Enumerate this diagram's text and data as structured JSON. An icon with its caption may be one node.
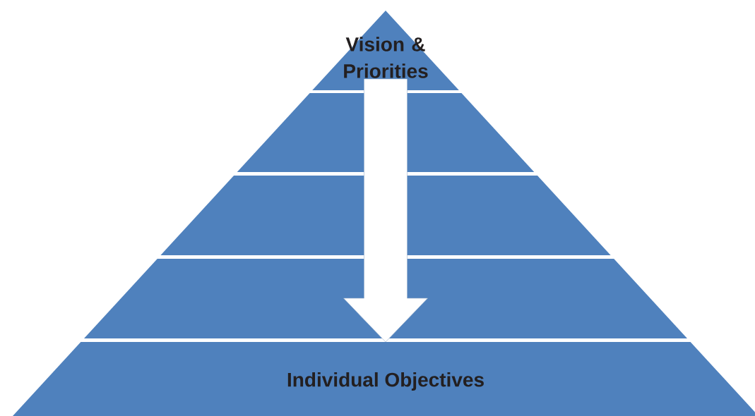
{
  "diagram": {
    "nodes": [
      {
        "text": [
          "Vision & Priorities"
        ]
      },
      {
        "text": [],
        "shape": "band"
      },
      {
        "text": [],
        "shape": "band"
      },
      {
        "text": [],
        "shape": "band"
      },
      {
        "text": [
          "Individual Objectives"
        ]
      }
    ],
    "edges": [
      {
        "from": 0,
        "to": 4,
        "arrow": "to"
      }
    ]
  }
}
